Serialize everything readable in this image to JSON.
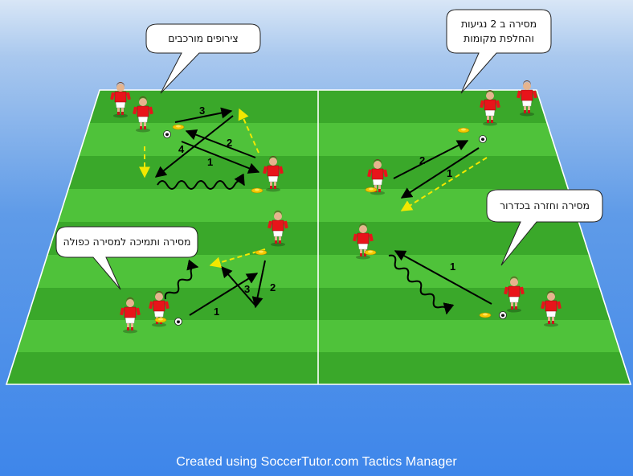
{
  "labels": {
    "bubble_top_left": "צירופים מורכבים",
    "bubble_top_right_line1": "מסירה ב 2 נגיעות",
    "bubble_top_right_line2": "והחלפת מקומות",
    "bubble_mid_right": "מסירה וחזרה בכדרור",
    "bubble_mid_left": "מסירה ותמיכה למסירה כפולה"
  },
  "pass_numbers": {
    "tl_3": "3",
    "tl_2": "2",
    "tl_4": "4",
    "tl_1": "1",
    "tr_2": "2",
    "tr_1": "1",
    "bl_3": "3",
    "bl_2": "2",
    "bl_1": "1",
    "br_1": "1"
  },
  "footer": "Created using SoccerTutor.com Tactics Manager",
  "colors": {
    "pitch_light": "#4fc23a",
    "pitch_dark": "#3aa82a",
    "jersey": "#e8141a",
    "shorts": "#ffffff",
    "pass_line": "#000000",
    "movement_line": "#f2e800",
    "cone": "#f4c800",
    "background_top": "#d8e6f6",
    "background_bottom": "#3e86ea"
  },
  "icons": [
    "player-figure",
    "soccer-ball-icon",
    "cone-marker"
  ]
}
